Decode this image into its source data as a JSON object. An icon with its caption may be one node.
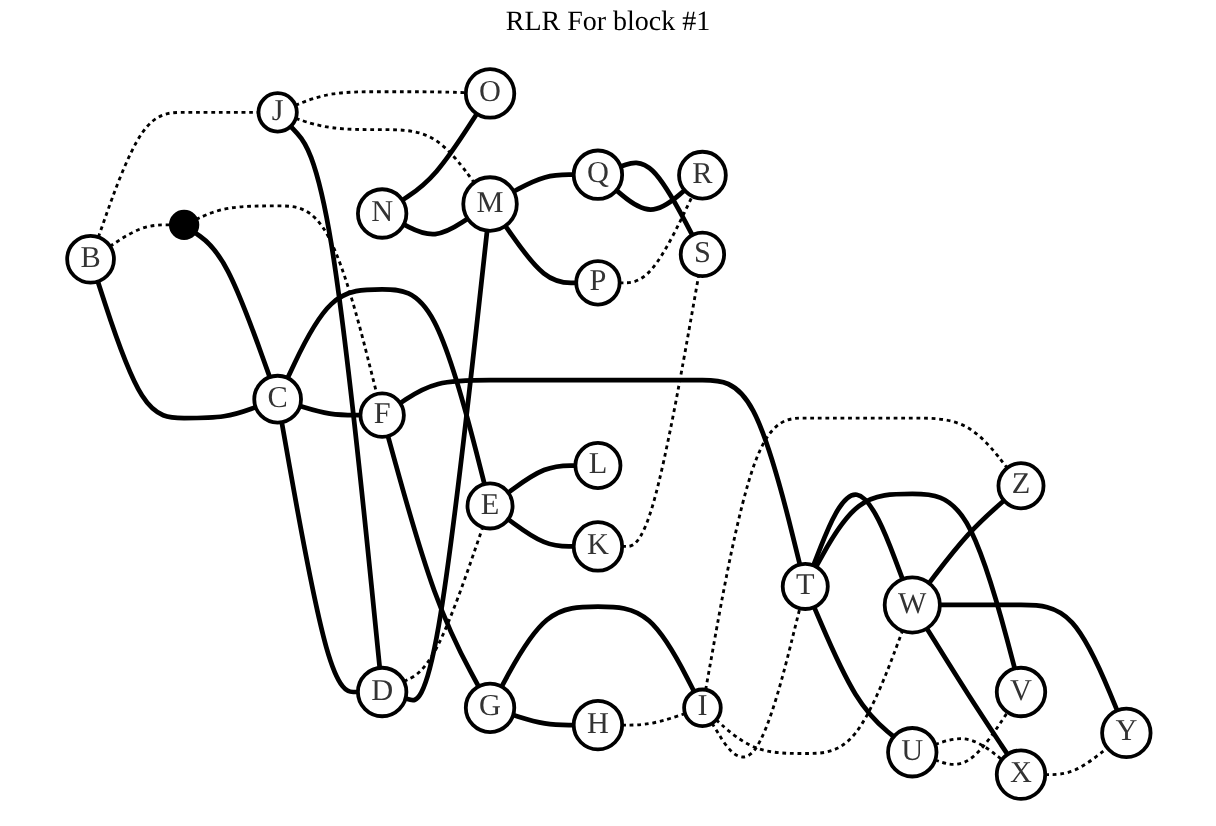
{
  "diagram": {
    "nodes": [
      {
        "text": [
          "B"
        ]
      },
      {
        "text": [],
        "shape": "circle"
      },
      {
        "text": [
          "H"
        ]
      },
      {
        "text": [
          "J"
        ]
      },
      {
        "text": [
          "C"
        ]
      },
      {
        "text": [
          "D"
        ]
      },
      {
        "text": [
          "F"
        ]
      },
      {
        "text": [
          "G"
        ]
      },
      {
        "text": [
          "I"
        ]
      },
      {
        "text": [
          "E"
        ]
      },
      {
        "text": [
          "L"
        ]
      },
      {
        "text": [
          "N"
        ]
      },
      {
        "text": [
          "M"
        ]
      },
      {
        "text": [
          "K"
        ]
      },
      {
        "text": [
          "T"
        ]
      },
      {
        "text": [
          "U"
        ]
      },
      {
        "text": [
          "V"
        ]
      },
      {
        "text": [
          "W"
        ]
      },
      {
        "text": [
          "O"
        ]
      },
      {
        "text": [
          "P"
        ]
      },
      {
        "text": [
          "Q"
        ]
      },
      {
        "text": [
          "Z"
        ]
      },
      {
        "text": [
          "X"
        ]
      },
      {
        "text": [
          "Y"
        ]
      },
      {
        "text": [
          "R"
        ]
      },
      {
        "text": [
          "S"
        ]
      }
    ],
    "edges": [
      {
        "from": 0,
        "to": 4,
        "arrow": "none"
      },
      {
        "from": 1,
        "to": 4,
        "arrow": "none"
      },
      {
        "from": 3,
        "to": 5,
        "arrow": "none"
      },
      {
        "from": 4,
        "to": 5,
        "arrow": "none"
      },
      {
        "from": 4,
        "to": 6,
        "arrow": "none"
      },
      {
        "from": 4,
        "to": 9,
        "arrow": "none"
      },
      {
        "from": 5,
        "to": 12,
        "arrow": "none"
      },
      {
        "from": 6,
        "to": 7,
        "arrow": "none"
      },
      {
        "from": 7,
        "to": 2,
        "arrow": "none"
      },
      {
        "from": 7,
        "to": 8,
        "arrow": "none"
      },
      {
        "from": 6,
        "to": 14,
        "arrow": "none"
      },
      {
        "from": 9,
        "to": 13,
        "arrow": "none"
      },
      {
        "from": 9,
        "to": 10,
        "arrow": "none"
      },
      {
        "from": 11,
        "to": 12,
        "arrow": "none"
      },
      {
        "from": 11,
        "to": 18,
        "arrow": "none"
      },
      {
        "from": 12,
        "to": 19,
        "arrow": "none"
      },
      {
        "from": 12,
        "to": 20,
        "arrow": "none"
      },
      {
        "from": 20,
        "to": 24,
        "arrow": "none"
      },
      {
        "from": 20,
        "to": 25,
        "arrow": "none"
      },
      {
        "from": 14,
        "to": 15,
        "arrow": "none"
      },
      {
        "from": 14,
        "to": 16,
        "arrow": "none"
      },
      {
        "from": 14,
        "to": 17,
        "arrow": "none"
      },
      {
        "from": 17,
        "to": 22,
        "arrow": "none"
      },
      {
        "from": 17,
        "to": 23,
        "arrow": "none"
      },
      {
        "from": 17,
        "to": 21,
        "arrow": "none"
      },
      {
        "from": 0,
        "to": 1,
        "arrow": "none",
        "style": "dashed"
      },
      {
        "from": 0,
        "to": 3,
        "arrow": "none",
        "style": "dashed"
      },
      {
        "from": 1,
        "to": 6,
        "arrow": "none",
        "style": "dashed"
      },
      {
        "from": 3,
        "to": 12,
        "arrow": "none",
        "style": "dashed"
      },
      {
        "from": 3,
        "to": 18,
        "arrow": "none",
        "style": "dashed"
      },
      {
        "from": 5,
        "to": 9,
        "arrow": "none",
        "style": "dashed"
      },
      {
        "from": 2,
        "to": 8,
        "arrow": "none",
        "style": "dashed"
      },
      {
        "from": 8,
        "to": 14,
        "arrow": "none",
        "style": "dashed"
      },
      {
        "from": 8,
        "to": 17,
        "arrow": "none",
        "style": "dashed"
      },
      {
        "from": 8,
        "to": 21,
        "arrow": "none",
        "style": "dashed"
      },
      {
        "from": 15,
        "to": 16,
        "arrow": "none",
        "style": "dashed"
      },
      {
        "from": 15,
        "to": 22,
        "arrow": "none",
        "style": "dashed"
      },
      {
        "from": 22,
        "to": 23,
        "arrow": "none",
        "style": "dashed"
      },
      {
        "from": 19,
        "to": 24,
        "arrow": "none",
        "style": "dashed"
      },
      {
        "from": 13,
        "to": 25,
        "arrow": "none",
        "style": "dashed"
      }
    ],
    "labels": [
      "RLR For block #1"
    ]
  }
}
